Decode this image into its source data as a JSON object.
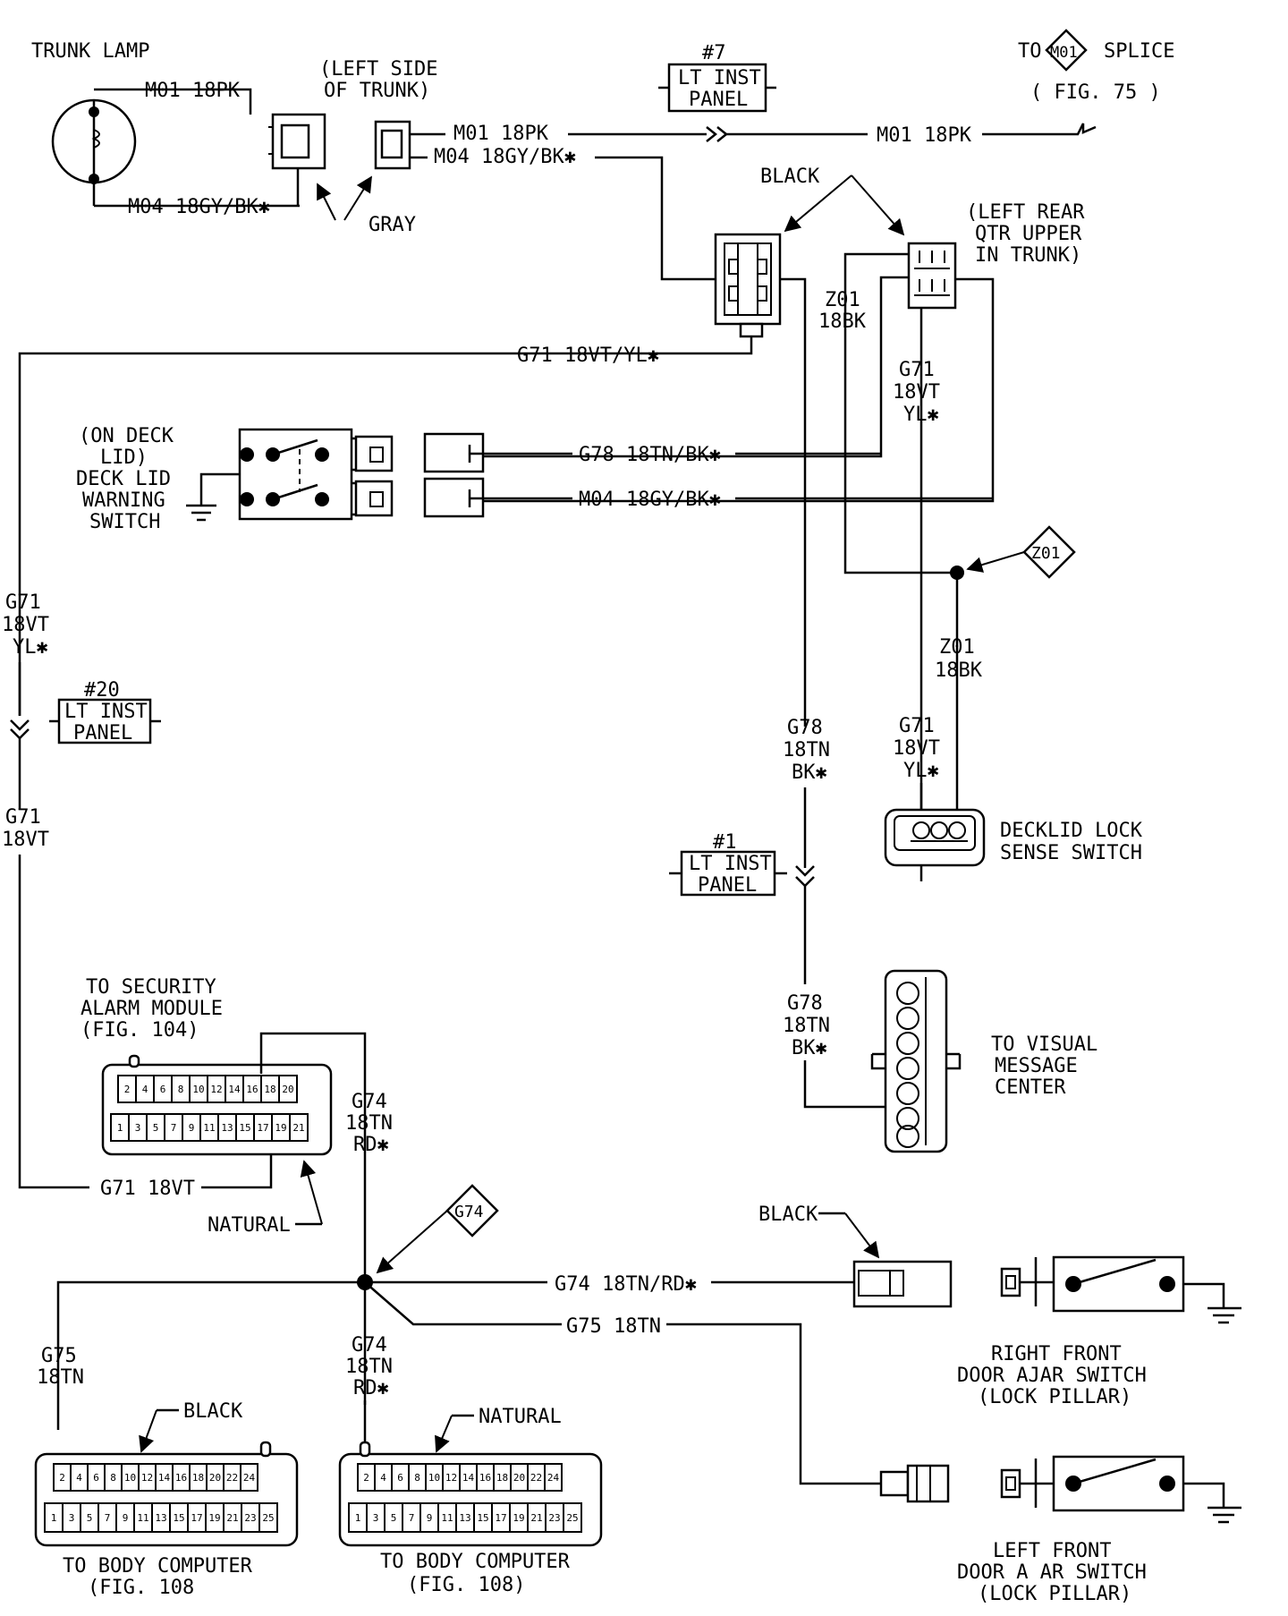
{
  "labels": {
    "trunk_lamp": "TRUNK LAMP",
    "m01_18pk": "M01 18PK",
    "m04_18gybk": "M04 18GY/BK✱",
    "left_side": "(LEFT SIDE",
    "of_trunk": "OF TRUNK)",
    "gray": "GRAY",
    "conn7_num": "#7",
    "lt_inst": "LT INST",
    "panel": "PANEL",
    "to": "TO",
    "splice": "SPLICE",
    "m01_splice": "M01",
    "fig75": "( FIG. 75 )",
    "black": "BLACK",
    "left_rear": "(LEFT REAR",
    "qtr_upper": "QTR UPPER",
    "in_trunk": "IN TRUNK)",
    "z01": "Z01",
    "wire_18bk": "18BK",
    "g71": "G71",
    "wire_18vt": "18VT",
    "yl": "YL✱",
    "g71_18vtyl": "G71 18VT/YL✱",
    "on_deck": "(ON DECK",
    "lid": "LID)",
    "deck_lid": "DECK LID",
    "warning": "WARNING",
    "switch": "SWITCH",
    "g78_18tnbk": "G78 18TN/BK✱",
    "z01_splice": "Z01",
    "conn20_num": "#20",
    "g78": "G78",
    "wire_18tn": "18TN",
    "bk": "BK✱",
    "decklid_lock": "DECKLID LOCK",
    "sense_switch": "SENSE SWITCH",
    "conn1_num": "#1",
    "to_visual": "TO VISUAL",
    "message": "MESSAGE",
    "center": "CENTER",
    "to_security": "TO SECURITY",
    "alarm_module": "ALARM MODULE",
    "fig104": "(FIG. 104)",
    "g74": "G74",
    "rd": "RD✱",
    "g71_18vt": "G71 18VT",
    "natural": "NATURAL",
    "g74_splice": "G74",
    "g74_18tnrd": "G74 18TN/RD✱",
    "g75_18tn": "G75 18TN",
    "g75": "G75",
    "right_front": "RIGHT FRONT",
    "door_ajar_switch": "DOOR AJAR SWITCH",
    "lock_pillar": "(LOCK PILLAR)",
    "left_front": "LEFT FRONT",
    "door_a_ar_switch": "DOOR A AR SWITCH",
    "to_body_computer": "TO BODY COMPUTER",
    "fig108_left": "(FIG. 108",
    "fig108_right": "(FIG. 108)"
  },
  "alarm_pins_top": [
    "2",
    "4",
    "6",
    "8",
    "10",
    "12",
    "14",
    "16",
    "18",
    "20"
  ],
  "alarm_pins_bottom": [
    "1",
    "3",
    "5",
    "7",
    "9",
    "11",
    "13",
    "15",
    "17",
    "19",
    "21"
  ],
  "body_pins_top": [
    "2",
    "4",
    "6",
    "8",
    "10",
    "12",
    "14",
    "16",
    "18",
    "20",
    "22",
    "24"
  ],
  "body_pins_bottom": [
    "1",
    "3",
    "5",
    "7",
    "9",
    "11",
    "13",
    "15",
    "17",
    "19",
    "21",
    "23",
    "25"
  ]
}
